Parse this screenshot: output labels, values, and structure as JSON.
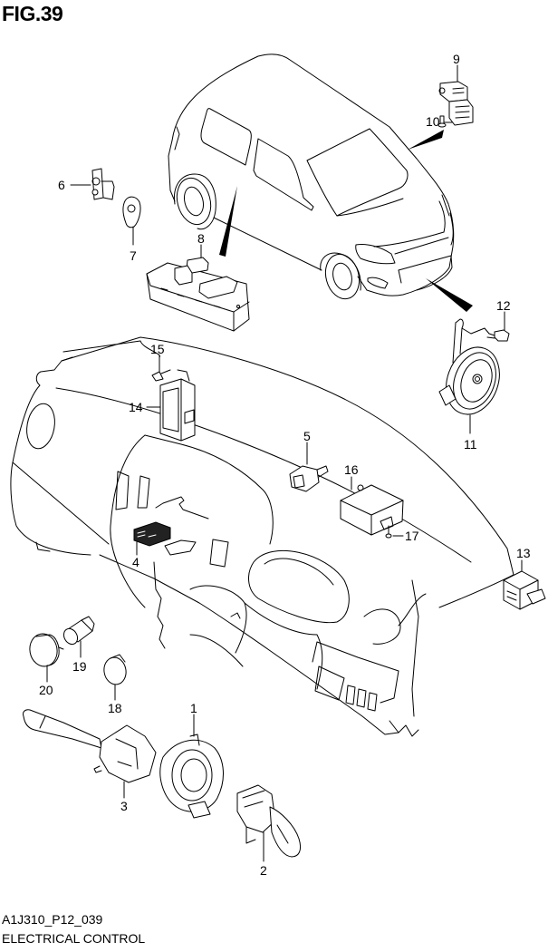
{
  "figure": {
    "title": "FIG.39",
    "code": "A1J310_P12_039",
    "caption": "ELECTRICAL CONTROL",
    "line_color": "#000000",
    "background": "#ffffff"
  },
  "callouts": [
    {
      "number": "1",
      "part": "clock-spring-contact-coil"
    },
    {
      "number": "2",
      "part": "wiper-switch"
    },
    {
      "number": "3",
      "part": "lighting-turn-signal-switch"
    },
    {
      "number": "4",
      "part": "hazard-switch"
    },
    {
      "number": "5",
      "part": "stop-lamp-switch"
    },
    {
      "number": "6",
      "part": "door-switch"
    },
    {
      "number": "7",
      "part": "door-switch-cap"
    },
    {
      "number": "8",
      "part": "power-window-switch"
    },
    {
      "number": "9",
      "part": "relay-module"
    },
    {
      "number": "10",
      "part": "screw"
    },
    {
      "number": "11",
      "part": "horn"
    },
    {
      "number": "12",
      "part": "bolt"
    },
    {
      "number": "13",
      "part": "relay"
    },
    {
      "number": "14",
      "part": "control-module"
    },
    {
      "number": "15",
      "part": "screw"
    },
    {
      "number": "16",
      "part": "control-unit"
    },
    {
      "number": "17",
      "part": "screw"
    },
    {
      "number": "18",
      "part": "plug-cap"
    },
    {
      "number": "19",
      "part": "socket"
    },
    {
      "number": "20",
      "part": "accessory-socket"
    }
  ]
}
